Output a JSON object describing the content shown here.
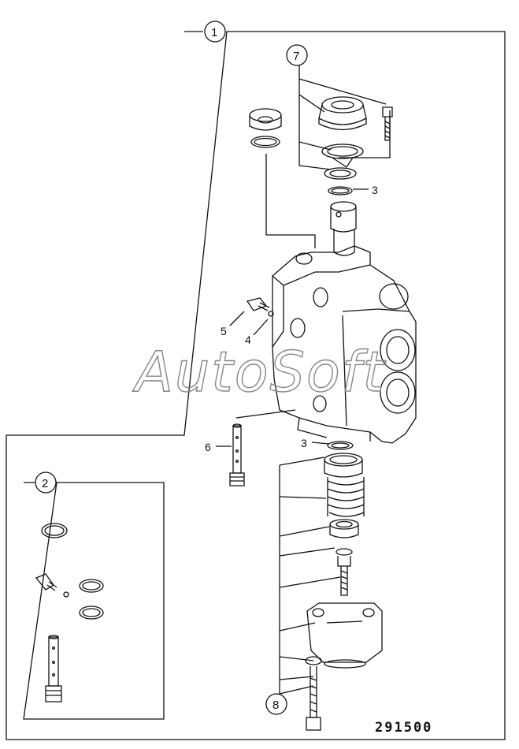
{
  "diagram": {
    "drawing_number": "291500",
    "watermark": "AutoSoft",
    "callouts": {
      "c1": "1",
      "c2": "2",
      "c7": "7",
      "c8": "8"
    },
    "labels": {
      "l3a": "3",
      "l3b": "3",
      "l4": "4",
      "l5": "5",
      "l6": "6"
    }
  }
}
